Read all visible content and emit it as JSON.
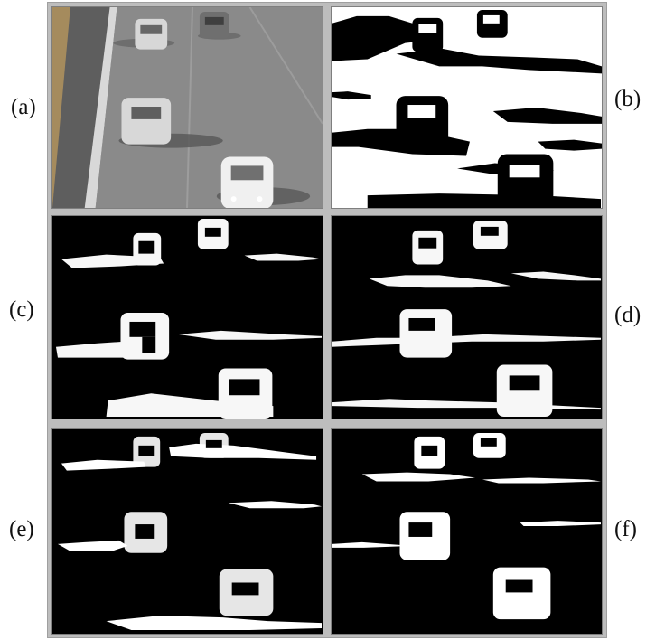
{
  "figure": {
    "panels": [
      {
        "label": "(a)",
        "kind": "original frame"
      },
      {
        "label": "(b)",
        "kind": "binary mask"
      },
      {
        "label": "(c)",
        "kind": "difference map"
      },
      {
        "label": "(d)",
        "kind": "difference map"
      },
      {
        "label": "(e)",
        "kind": "foreground mask"
      },
      {
        "label": "(f)",
        "kind": "foreground mask"
      }
    ]
  }
}
